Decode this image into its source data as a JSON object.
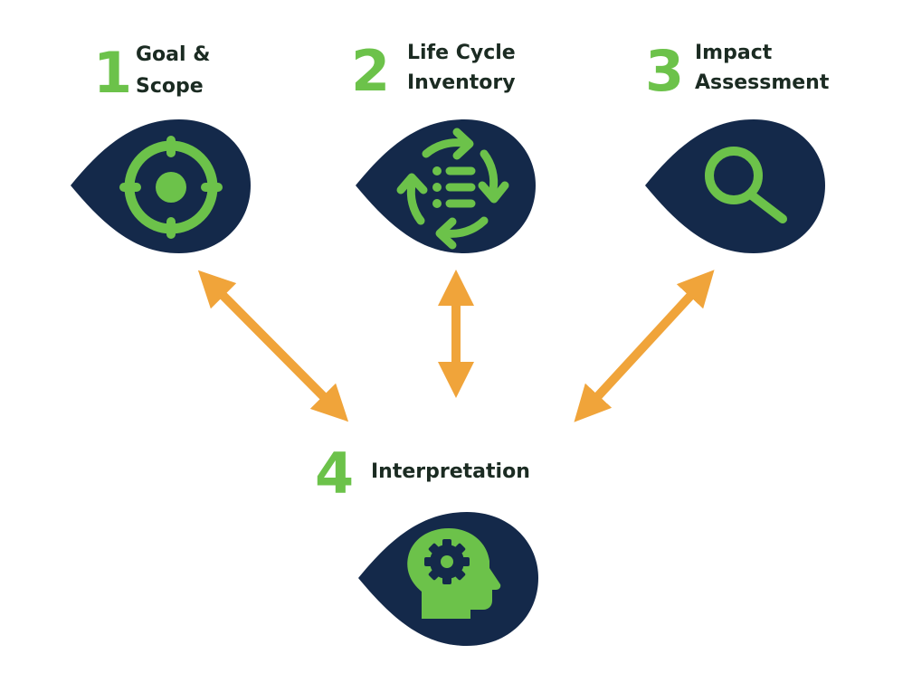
{
  "colors": {
    "number": "#6cc24a",
    "title": "#1b2b22",
    "badge": "#14294a",
    "icon": "#6cc24a",
    "arrow": "#f0a43a"
  },
  "steps": [
    {
      "number": "1",
      "title_line1": "Goal &",
      "title_line2": "Scope",
      "icon": "target-icon"
    },
    {
      "number": "2",
      "title_line1": "Life Cycle",
      "title_line2": "Inventory",
      "icon": "cycle-list-icon"
    },
    {
      "number": "3",
      "title_line1": "Impact",
      "title_line2": "Assessment",
      "icon": "magnifier-icon"
    },
    {
      "number": "4",
      "title_line1": "Interpretation",
      "title_line2": "",
      "icon": "head-gear-icon"
    }
  ],
  "connections": [
    {
      "from": "1",
      "to": "4",
      "type": "bidirectional"
    },
    {
      "from": "2",
      "to": "4",
      "type": "bidirectional"
    },
    {
      "from": "3",
      "to": "4",
      "type": "bidirectional"
    }
  ]
}
